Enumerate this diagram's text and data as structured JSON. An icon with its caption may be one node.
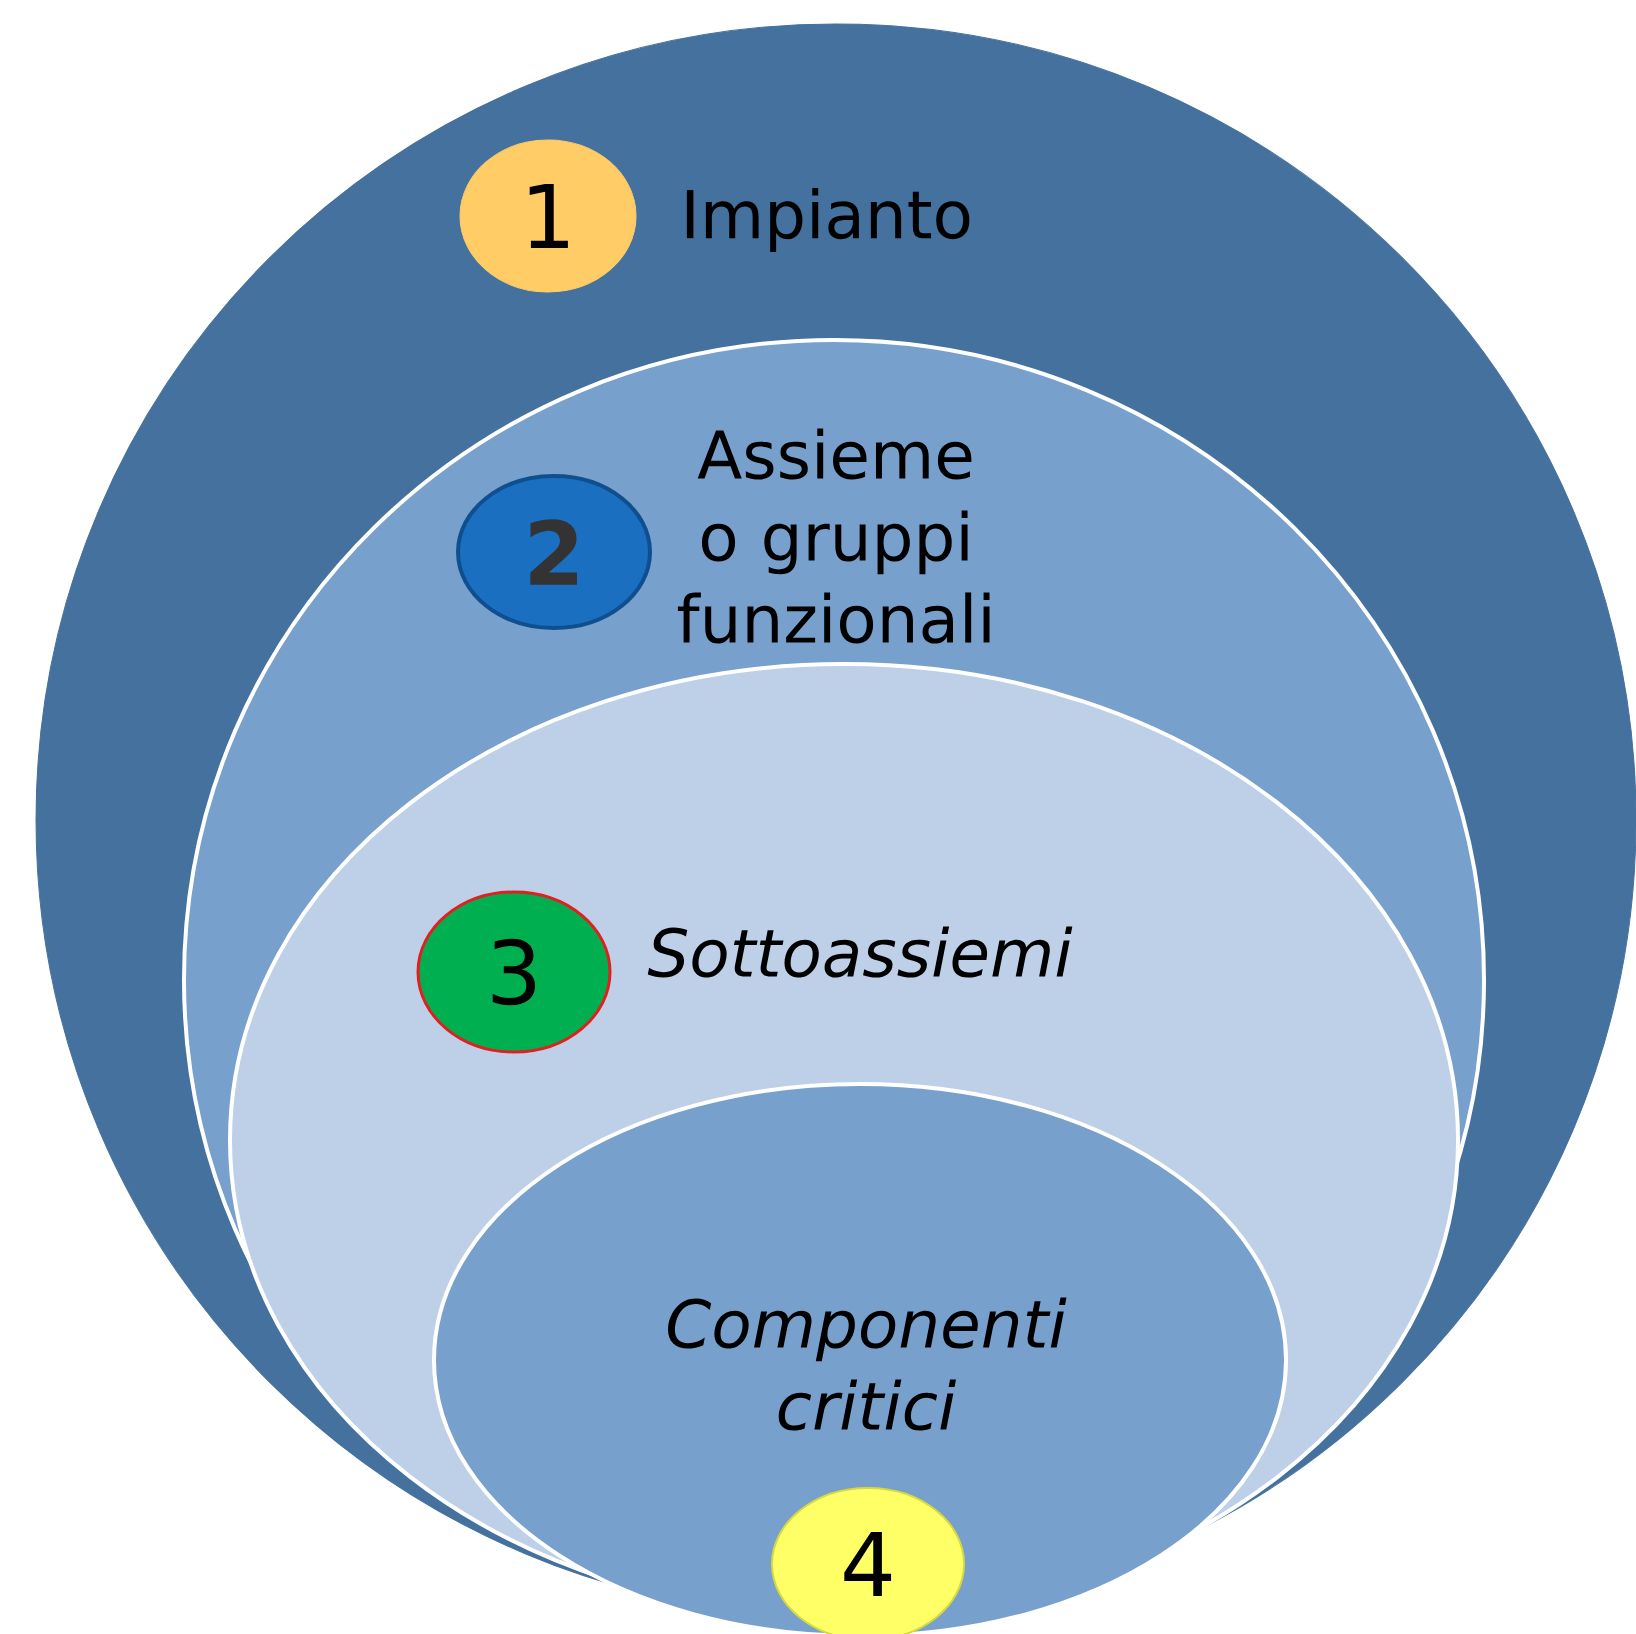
{
  "diagram": {
    "nodes": [
      {
        "text": [
          "Impianto"
        ]
      },
      {
        "text": [
          "1"
        ],
        "in": 0
      },
      {
        "text": [
          "Assieme o gruppi funzionali"
        ],
        "in": 0
      },
      {
        "text": [
          "2"
        ],
        "in": 2
      },
      {
        "text": [
          "Sottoassiemi"
        ],
        "in": 2
      },
      {
        "text": [
          "3"
        ],
        "in": 4
      },
      {
        "text": [
          "Componenti critici"
        ],
        "in": 4
      },
      {
        "text": [
          "4"
        ],
        "in": 6
      }
    ]
  }
}
